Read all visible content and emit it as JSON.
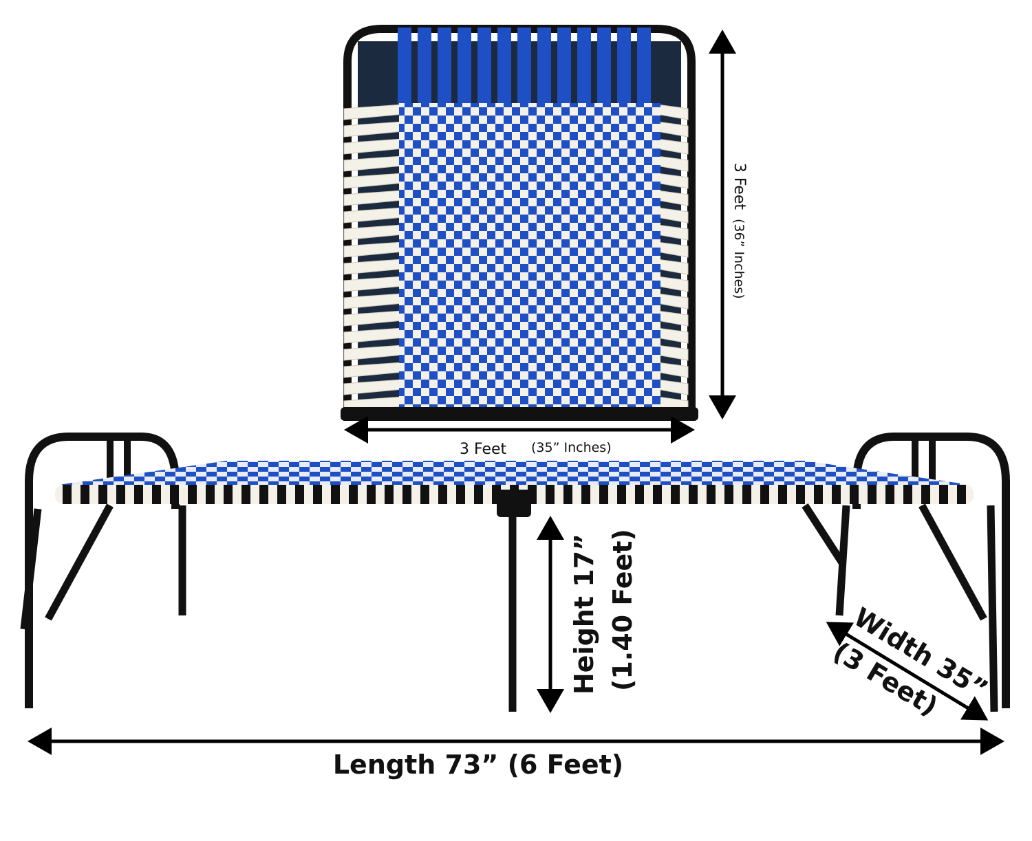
{
  "labels": {
    "folded_height_main": "3 Feet",
    "folded_height_sub": "(36” Inches)",
    "folded_width_main": "3 Feet",
    "folded_width_sub": "(35” Inches)",
    "height_main": "Height 17”",
    "height_sub": "(1.40 Feet)",
    "width_main": "Width 35”",
    "width_sub": "(3 Feet)",
    "length": "Length 73” (6 Feet)"
  },
  "colors": {
    "frame": "#111111",
    "strap_blue": "#1f4fc4",
    "strap_white": "#f4f1e8",
    "arrow": "#000000"
  }
}
